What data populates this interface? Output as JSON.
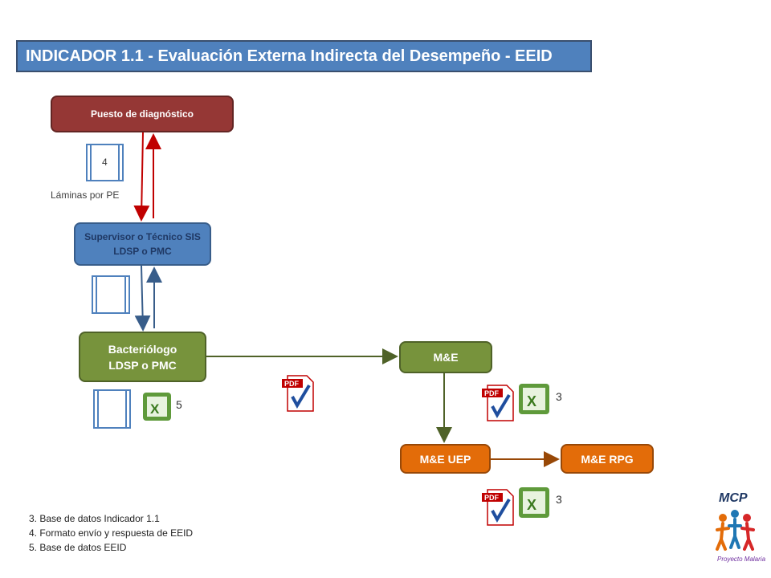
{
  "title": "INDICADOR 1.1  - Evaluación Externa Indirecta del Desempeño - EEID",
  "nodes": {
    "puesto": "Puesto de diagnóstico",
    "supervisor_line1": "Supervisor o Técnico SIS",
    "supervisor_line2": "LDSP o PMC",
    "bacteriologo_line1": "Bacteriólogo",
    "bacteriologo_line2": "LDSP o PMC",
    "me": "M&E",
    "me_uep": "M&E UEP",
    "me_rpg": "M&E RPG"
  },
  "annotations": {
    "slides_count": "4",
    "slides_label": "Láminas por PE",
    "bact_file_number": "5",
    "me_file_number": "3",
    "uep_file_number": "3"
  },
  "footer": [
    "3. Base de datos Indicador 1.1",
    "4. Formato envío y respuesta de EEID",
    "5. Base de datos EEID"
  ],
  "logo": {
    "text": "MCP",
    "subtitle": "Proyecto Malaria"
  },
  "colors": {
    "title_bg": "#4f81bd",
    "puesto": "#953735",
    "supervisor": "#4f81bd",
    "bacteriologo": "#77933c",
    "me_uep": "#e36c09",
    "arrow_red": "#c00000",
    "arrow_blue": "#4f81bd",
    "arrow_green": "#4f6228",
    "arrow_orange": "#984807"
  }
}
